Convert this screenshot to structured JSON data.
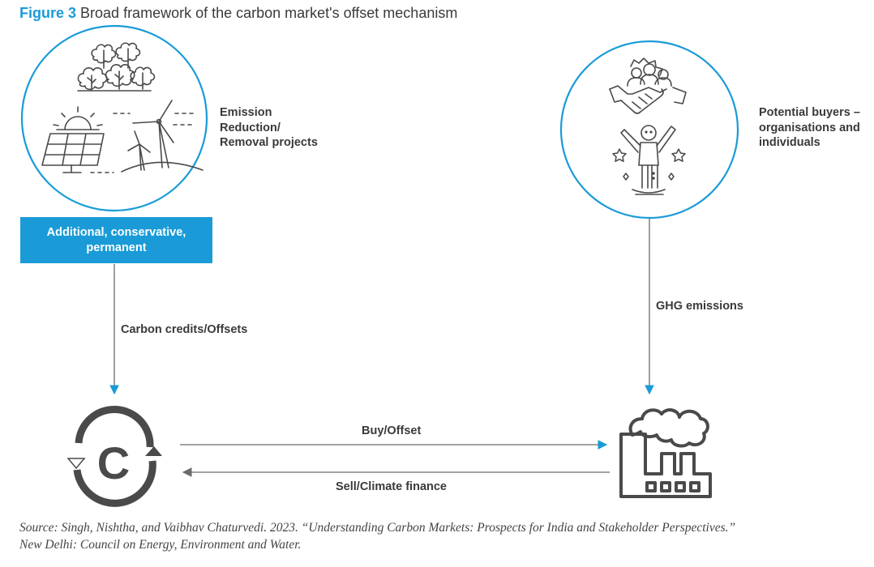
{
  "figure": {
    "number": "Figure 3",
    "title": "Broad framework of the carbon market's offset mechanism"
  },
  "nodes": {
    "projects": {
      "label": "Emission\nReduction/\nRemoval projects",
      "banner": "Additional, conservative,\npermanent",
      "icons": [
        "trees-icon",
        "solar-panel-icon",
        "wind-turbine-icon"
      ]
    },
    "buyers": {
      "label": "Potential buyers –\norganisations and\nindividuals",
      "icons": [
        "handshake-icon",
        "people-icon",
        "cheering-person-icon",
        "star-icon"
      ]
    },
    "carbon_credit": {
      "icon": "carbon-credit-cycle-icon",
      "glyph": "C"
    },
    "factory": {
      "icon": "factory-icon"
    }
  },
  "edges": {
    "carbon_credits": "Carbon credits/Offsets",
    "ghg": "GHG emissions",
    "buy": "Buy/Offset",
    "sell": "Sell/Climate finance"
  },
  "colors": {
    "accent": "#1a9bd7",
    "icon_stroke": "#4a4a4a",
    "text": "#3a3a3a"
  },
  "source": {
    "line1": "Source: Singh, Nishtha, and Vaibhav Chaturvedi. 2023. “Understanding Carbon Markets: Prospects for India and Stakeholder Perspectives.”",
    "line2": "New Delhi: Council on Energy, Environment and Water."
  }
}
